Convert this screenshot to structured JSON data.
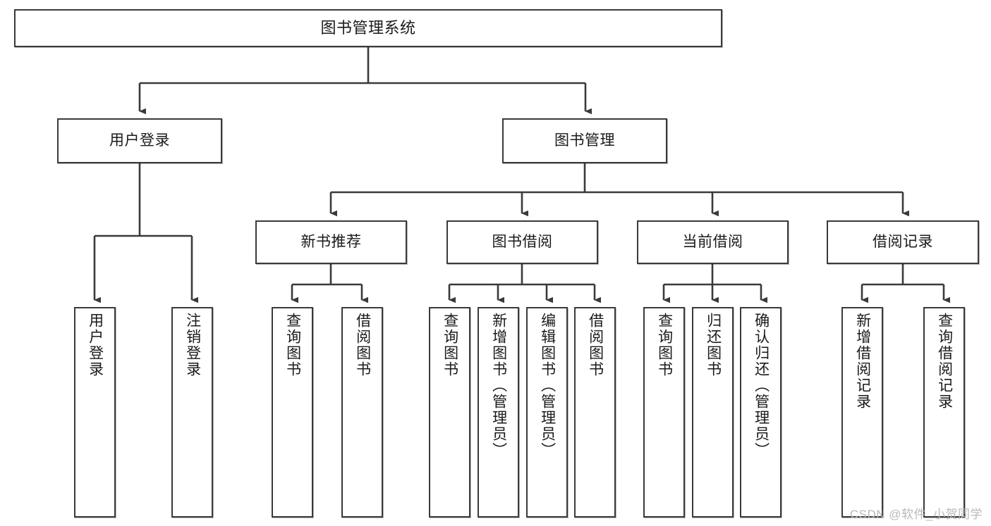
{
  "diagram": {
    "title": "图书管理系统",
    "type": "tree",
    "line_color": "#3a3a3a",
    "box_fill": "#ffffff",
    "text_color": "#1a1a1a",
    "root": {
      "label": "图书管理系统"
    },
    "level2": [
      {
        "label": "用户登录"
      },
      {
        "label": "图书管理"
      }
    ],
    "level3": [
      {
        "label": "新书推荐"
      },
      {
        "label": "图书借阅"
      },
      {
        "label": "当前借阅"
      },
      {
        "label": "借阅记录"
      }
    ],
    "leaves": {
      "user_login": [
        {
          "label": "用户登录"
        },
        {
          "label": "注销登录"
        }
      ],
      "new_book": [
        {
          "label": "查询图书"
        },
        {
          "label": "借阅图书"
        }
      ],
      "book_borrow": [
        {
          "label": "查询图书"
        },
        {
          "label": "新增图书（管理员）"
        },
        {
          "label": "编辑图书（管理员）"
        },
        {
          "label": "借阅图书"
        }
      ],
      "current_borrow": [
        {
          "label": "查询图书"
        },
        {
          "label": "归还图书"
        },
        {
          "label": "确认归还（管理员）"
        }
      ],
      "borrow_record": [
        {
          "label": "新增借阅记录"
        },
        {
          "label": "查询借阅记录"
        }
      ]
    }
  },
  "watermark": {
    "text": "CSDN @软件_小贺同学"
  }
}
